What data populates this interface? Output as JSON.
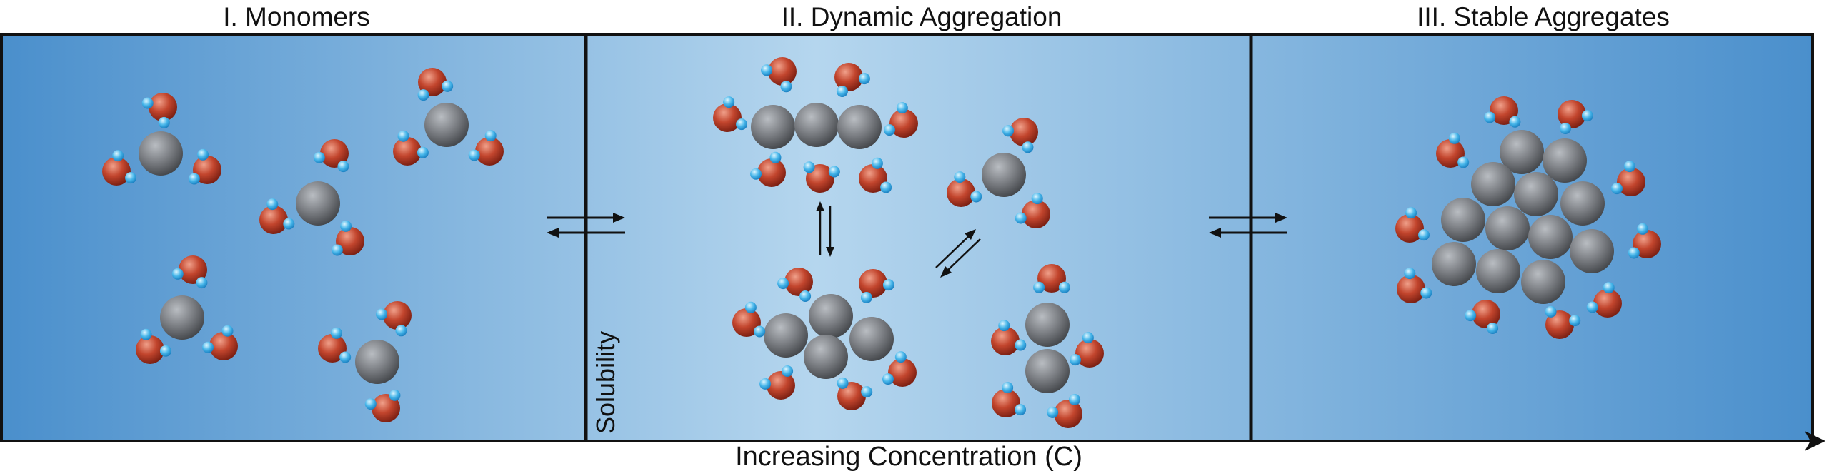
{
  "panels": {
    "monomers": "I. Monomers",
    "dynamic": "II. Dynamic Aggregation",
    "stable": "III. Stable Aggregates"
  },
  "boundary_label": "Solubility",
  "axis_label": "Increasing Concentration (C)",
  "colors": {
    "background_edge": "#4a8fcc",
    "background_center": "#b5d6ee",
    "solute_particle": "#7a7d82",
    "oxygen_atom": "#c2452d",
    "hydrogen_atom": "#47b6ea",
    "outline": "#111111"
  },
  "icons": [
    "equilibrium-arrows-icon",
    "solute-particle-icon",
    "water-molecule-icon"
  ]
}
